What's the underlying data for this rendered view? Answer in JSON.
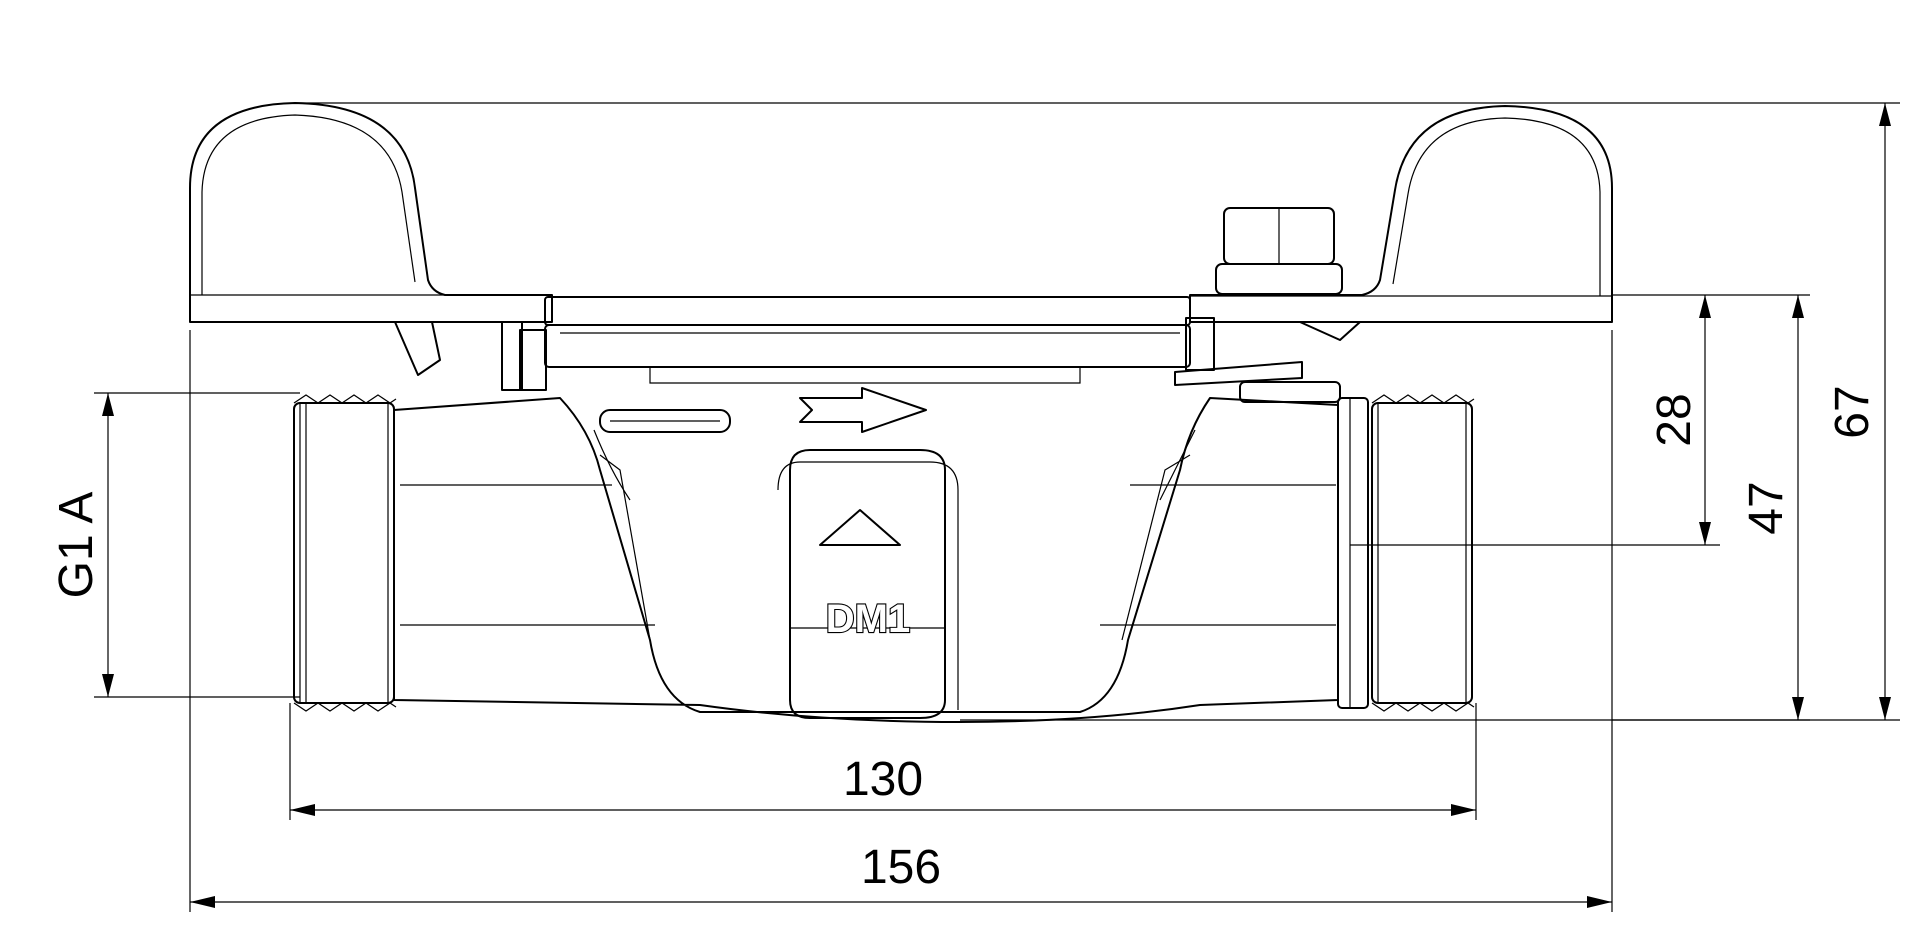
{
  "dimensions": {
    "thread": "G1 A",
    "connection_length": "130",
    "overall_length": "156",
    "upper_height": "28",
    "center_height": "47",
    "overall_height": "67"
  },
  "body_marking": "DM1",
  "icons": {
    "flow_arrow": "flow-direction-arrow-icon",
    "body_triangle": "up-triangle-icon"
  }
}
